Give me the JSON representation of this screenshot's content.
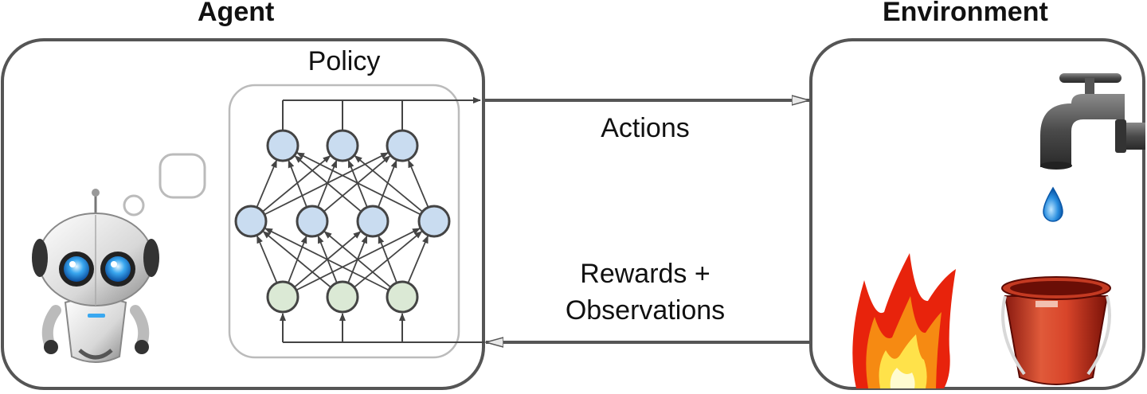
{
  "agent": {
    "title": "Agent",
    "policy_label": "Policy"
  },
  "environment": {
    "title": "Environment"
  },
  "arrows": {
    "actions_label": "Actions",
    "feedback_label_line1": "Rewards +",
    "feedback_label_line2": "Observations"
  },
  "network": {
    "layers": [
      {
        "name": "input",
        "nodes": 3,
        "color": "#dbe9d5"
      },
      {
        "name": "hidden",
        "nodes": 4,
        "color": "#c9dcf0"
      },
      {
        "name": "output",
        "nodes": 3,
        "color": "#c9dcf0"
      }
    ]
  },
  "icons": [
    "robot-icon",
    "thought-bubble-icon",
    "faucet-icon",
    "water-drop-icon",
    "fire-icon",
    "bucket-icon"
  ],
  "colors": {
    "frame": "#555555",
    "policy_frame": "#bbbbbb",
    "arrow": "#555555"
  }
}
